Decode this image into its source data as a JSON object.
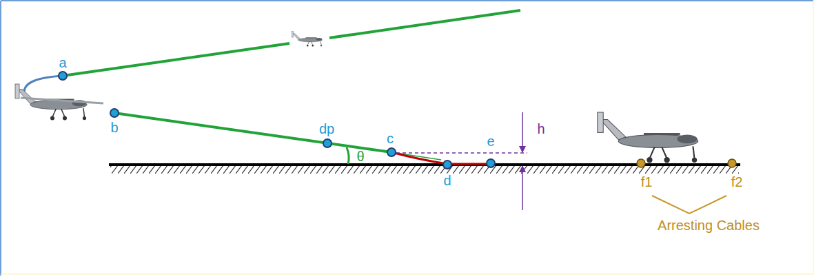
{
  "diagram": {
    "labels": [
      "a",
      "b",
      "dp",
      "c",
      "θ",
      "d",
      "e",
      "h",
      "f1",
      "f2",
      "Arresting Cables"
    ]
  }
}
